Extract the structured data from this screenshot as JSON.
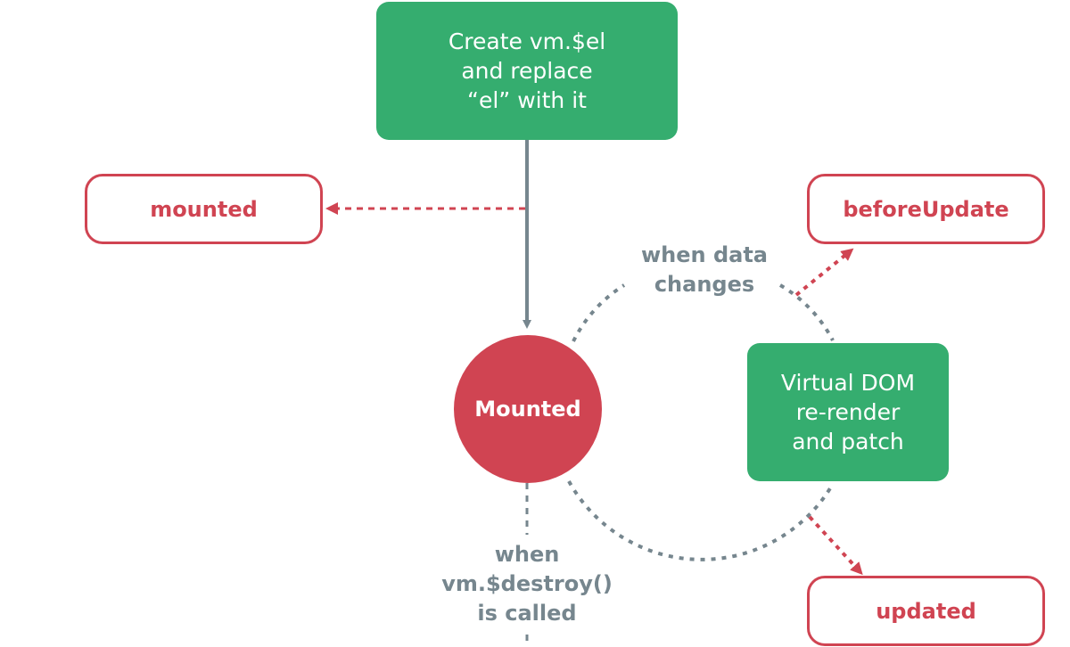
{
  "nodes": {
    "create_el": {
      "lines": [
        "Create vm.$el",
        "and replace",
        "“el” with it"
      ]
    },
    "mounted_hook": {
      "label": "mounted"
    },
    "before_update_hook": {
      "label": "beforeUpdate"
    },
    "mounted_state": {
      "label": "Mounted"
    },
    "vdom_rerender": {
      "lines": [
        "Virtual DOM",
        "re-render",
        "and patch"
      ]
    },
    "updated_hook": {
      "label": "updated"
    }
  },
  "labels": {
    "data_changes": [
      "when data",
      "changes"
    ],
    "destroy": [
      "when",
      "vm.$destroy()",
      "is called"
    ]
  },
  "colors": {
    "green": "#35ad6f",
    "red": "#d04452",
    "gray": "#76868e"
  }
}
